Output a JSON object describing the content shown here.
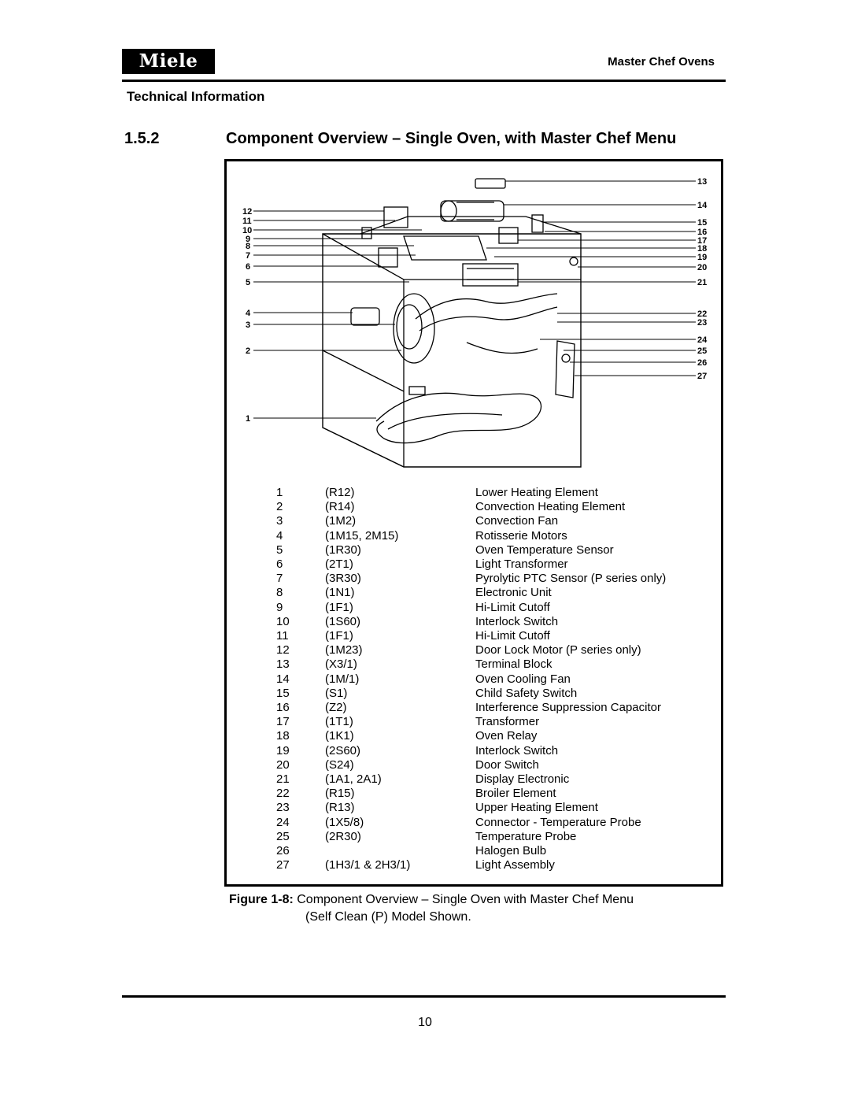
{
  "header": {
    "logo_text": "Miele",
    "doc_title": "Master Chef Ovens",
    "section_label": "Technical Information"
  },
  "heading": {
    "number": "1.5.2",
    "title": "Component Overview – Single Oven, with Master Chef Menu"
  },
  "diagram": {
    "callouts_left": [
      "12",
      "11",
      "10",
      "9",
      "8",
      "7",
      "6",
      "5",
      "4",
      "3",
      "2",
      "1"
    ],
    "callouts_right": [
      "13",
      "14",
      "15",
      "16",
      "17",
      "18",
      "19",
      "20",
      "21",
      "22",
      "23",
      "24",
      "25",
      "26",
      "27"
    ]
  },
  "legend": [
    {
      "num": "1",
      "code": "(R12)",
      "desc": "Lower Heating Element"
    },
    {
      "num": "2",
      "code": "(R14)",
      "desc": "Convection Heating Element"
    },
    {
      "num": "3",
      "code": "(1M2)",
      "desc": "Convection Fan"
    },
    {
      "num": "4",
      "code": "(1M15, 2M15)",
      "desc": "Rotisserie Motors"
    },
    {
      "num": "5",
      "code": "(1R30)",
      "desc": "Oven Temperature Sensor"
    },
    {
      "num": "6",
      "code": "(2T1)",
      "desc": "Light Transformer"
    },
    {
      "num": "7",
      "code": "(3R30)",
      "desc": "Pyrolytic PTC Sensor (P series only)"
    },
    {
      "num": "8",
      "code": "(1N1)",
      "desc": "Electronic Unit"
    },
    {
      "num": "9",
      "code": "(1F1)",
      "desc": "Hi-Limit Cutoff"
    },
    {
      "num": "10",
      "code": "(1S60)",
      "desc": "Interlock Switch"
    },
    {
      "num": "11",
      "code": "(1F1)",
      "desc": "Hi-Limit Cutoff"
    },
    {
      "num": "12",
      "code": "(1M23)",
      "desc": "Door Lock Motor (P series only)"
    },
    {
      "num": "13",
      "code": "(X3/1)",
      "desc": "Terminal Block"
    },
    {
      "num": "14",
      "code": "(1M/1)",
      "desc": "Oven Cooling Fan"
    },
    {
      "num": "15",
      "code": "(S1)",
      "desc": "Child Safety Switch"
    },
    {
      "num": "16",
      "code": "(Z2)",
      "desc": "Interference Suppression Capacitor"
    },
    {
      "num": "17",
      "code": "(1T1)",
      "desc": "Transformer"
    },
    {
      "num": "18",
      "code": "(1K1)",
      "desc": "Oven Relay"
    },
    {
      "num": "19",
      "code": "(2S60)",
      "desc": "Interlock Switch"
    },
    {
      "num": "20",
      "code": "(S24)",
      "desc": "Door Switch"
    },
    {
      "num": "21",
      "code": "(1A1, 2A1)",
      "desc": "Display Electronic"
    },
    {
      "num": "22",
      "code": "(R15)",
      "desc": "Broiler Element"
    },
    {
      "num": "23",
      "code": "(R13)",
      "desc": "Upper Heating Element"
    },
    {
      "num": "24",
      "code": "(1X5/8)",
      "desc": "Connector -  Temperature Probe"
    },
    {
      "num": "25",
      "code": "(2R30)",
      "desc": "Temperature Probe"
    },
    {
      "num": "26",
      "code": "",
      "desc": "Halogen Bulb"
    },
    {
      "num": "27",
      "code": "(1H3/1 & 2H3/1)",
      "desc": "Light Assembly"
    }
  ],
  "caption": {
    "label": "Figure 1-8:",
    "text": " Component Overview – Single Oven with Master Chef Menu",
    "line2": "(Self Clean (P) Model Shown."
  },
  "footer": {
    "page_number": "10"
  }
}
